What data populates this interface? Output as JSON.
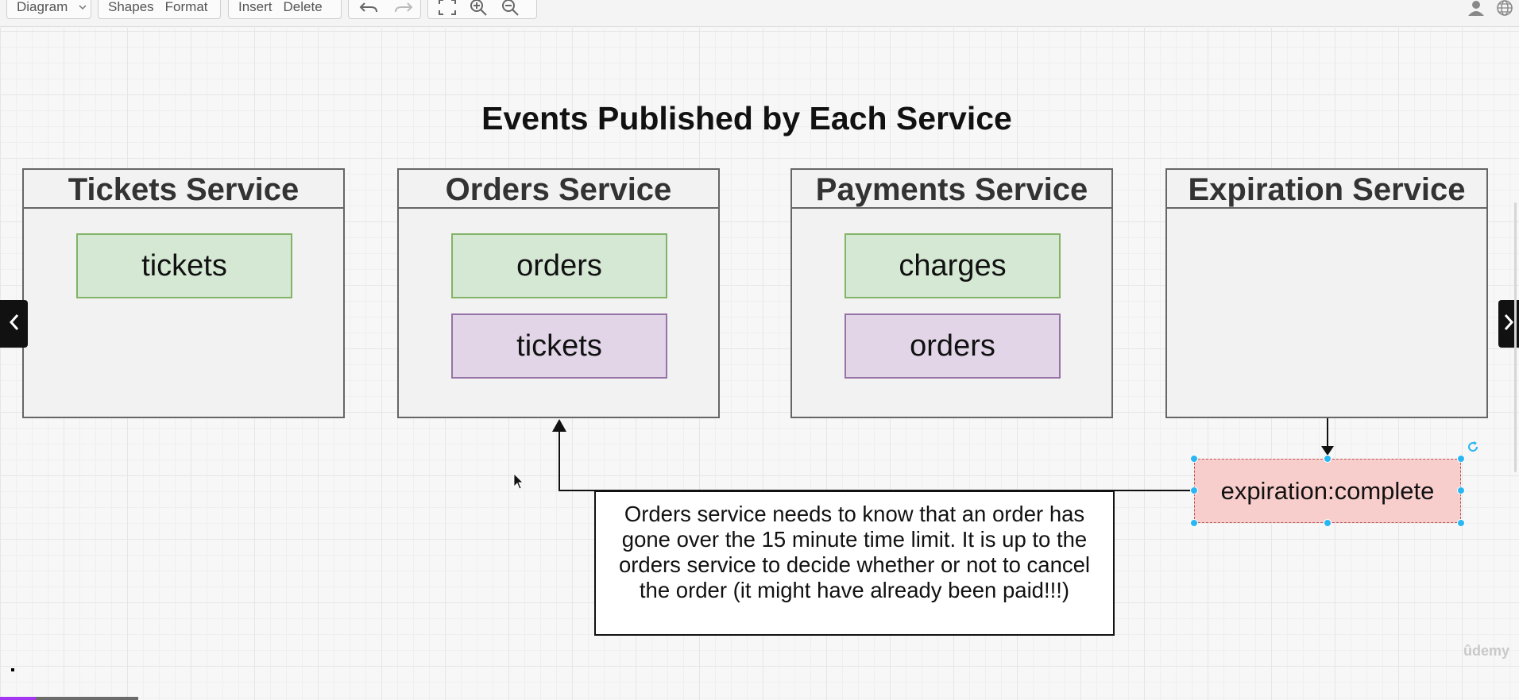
{
  "toolbar": {
    "diagram_label": "Diagram",
    "shapes_label": "Shapes",
    "format_label": "Format",
    "insert_label": "Insert",
    "delete_label": "Delete",
    "icons": [
      "undo-icon",
      "redo-icon",
      "fit-page-icon",
      "zoom-in-icon",
      "zoom-out-icon",
      "user-icon",
      "globe-icon"
    ]
  },
  "diagram": {
    "title": "Events Published by Each Service",
    "services": [
      {
        "name": "Tickets Service",
        "events": [
          {
            "label": "tickets",
            "kind": "publish"
          }
        ]
      },
      {
        "name": "Orders Service",
        "events": [
          {
            "label": "orders",
            "kind": "publish"
          },
          {
            "label": "tickets",
            "kind": "listen"
          }
        ]
      },
      {
        "name": "Payments Service",
        "events": [
          {
            "label": "charges",
            "kind": "publish"
          },
          {
            "label": "orders",
            "kind": "listen"
          }
        ]
      },
      {
        "name": "Expiration Service",
        "events": []
      }
    ],
    "selected_event": "expiration:complete",
    "note": "Orders service needs to know that an order has gone over the 15 minute time limit.  It is up to the orders service to decide whether or not to cancel the order (it might have already been paid!!!)"
  },
  "colors": {
    "publish_fill": "#d5e8d4",
    "publish_stroke": "#82b366",
    "listen_fill": "#e1d5e7",
    "listen_stroke": "#9673a6",
    "event_fill": "#f8cecc",
    "selection_handle": "#29b6f2"
  },
  "watermark": "ûdemy"
}
